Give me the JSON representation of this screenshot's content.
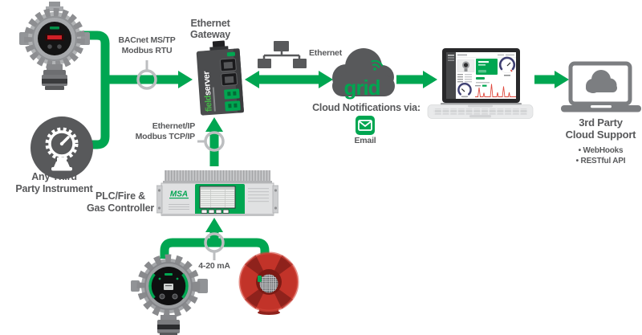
{
  "colors": {
    "accent_green": "#00a651",
    "text_gray": "#58595b",
    "node_ring_gray": "#bcbec0",
    "alarm_red": "#c23329"
  },
  "instruments": {
    "any_third_party": {
      "label1": "Any Third",
      "label2": "Party Instrument"
    }
  },
  "gateway": {
    "label1": "Ethernet",
    "label2": "Gateway",
    "brand_field": "field",
    "brand_server": "server"
  },
  "connections": {
    "bacnet1": "BACnet MS/TP",
    "bacnet2": "Modbus RTU",
    "ethernet": "Ethernet",
    "ethernet_ip1": "Ethernet/IP",
    "ethernet_ip2": "Modbus TCP/IP",
    "current_loop": "4-20 mA"
  },
  "cloud": {
    "logo": "grid",
    "caption": "Cloud Notifications via:",
    "email_label": "Email"
  },
  "plc": {
    "label1": "PLC/Fire &",
    "label2": "Gas Controller",
    "brand": "MSA"
  },
  "third_party_cloud": {
    "title1": "3rd Party",
    "title2": "Cloud Support",
    "bullets": [
      "• WebHooks",
      "• RESTful API"
    ]
  }
}
